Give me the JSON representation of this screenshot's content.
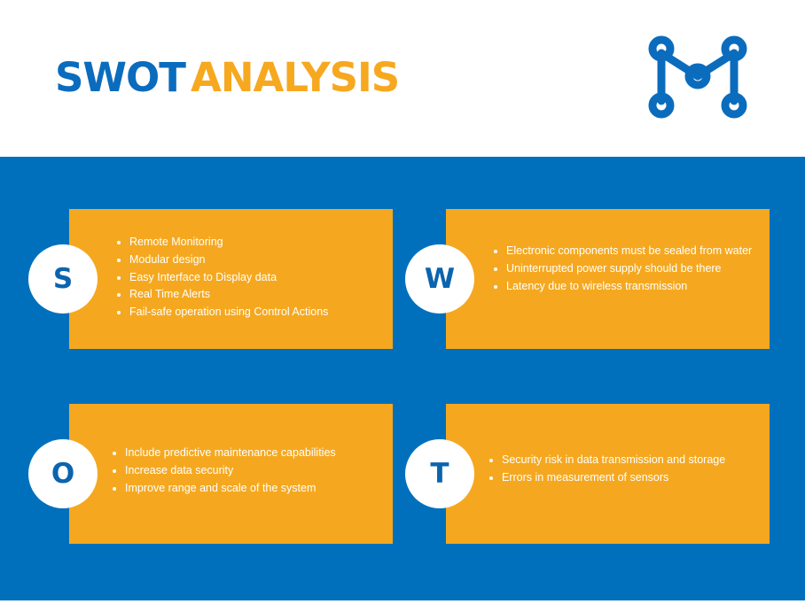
{
  "title": {
    "word1": "SWOT",
    "word2": "ANALYSIS"
  },
  "logo": {
    "icon": "circuit-m-logo",
    "color": "#0b6cbd"
  },
  "colors": {
    "blue": "#0070bd",
    "orange": "#f5a81f",
    "white": "#ffffff"
  },
  "quadrants": {
    "strengths": {
      "letter": "S",
      "items": [
        "Remote Monitoring",
        "Modular design",
        "Easy Interface to Display data",
        "Real Time Alerts",
        "Fail-safe operation using Control Actions"
      ]
    },
    "weaknesses": {
      "letter": "W",
      "items": [
        "Electronic components must be sealed from water",
        "Uninterrupted power supply should be there",
        "Latency due to wireless transmission"
      ]
    },
    "opportunities": {
      "letter": "O",
      "items": [
        "Include predictive maintenance capabilities",
        "Increase data security",
        "Improve range and scale of the system"
      ]
    },
    "threats": {
      "letter": "T",
      "items": [
        "Security risk in data transmission and storage",
        "Errors in measurement of sensors"
      ]
    }
  }
}
